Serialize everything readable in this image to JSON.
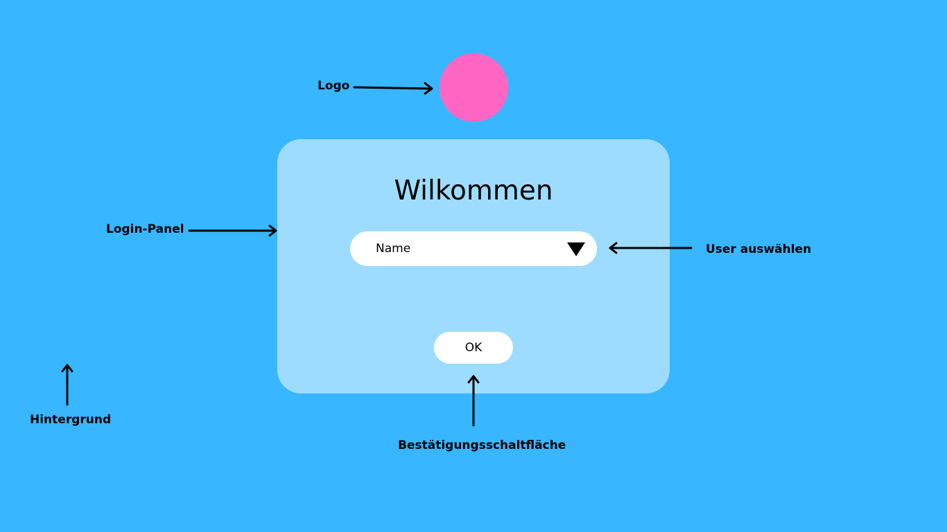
{
  "panel": {
    "title": "Wilkommen",
    "user_select": {
      "value": "Name",
      "icon": "triangle-down-icon"
    },
    "ok_label": "OK"
  },
  "annotations": {
    "logo": "Logo",
    "login_panel": "Login-Panel",
    "user_select": "User auswählen",
    "confirm_button": "Bestätigungsschaltfläche",
    "background": "Hintergrund"
  },
  "colors": {
    "background": "#38b6ff",
    "panel": "#9ddcfe",
    "logo": "#ff66c4",
    "field": "#ffffff",
    "text": "#000000"
  }
}
